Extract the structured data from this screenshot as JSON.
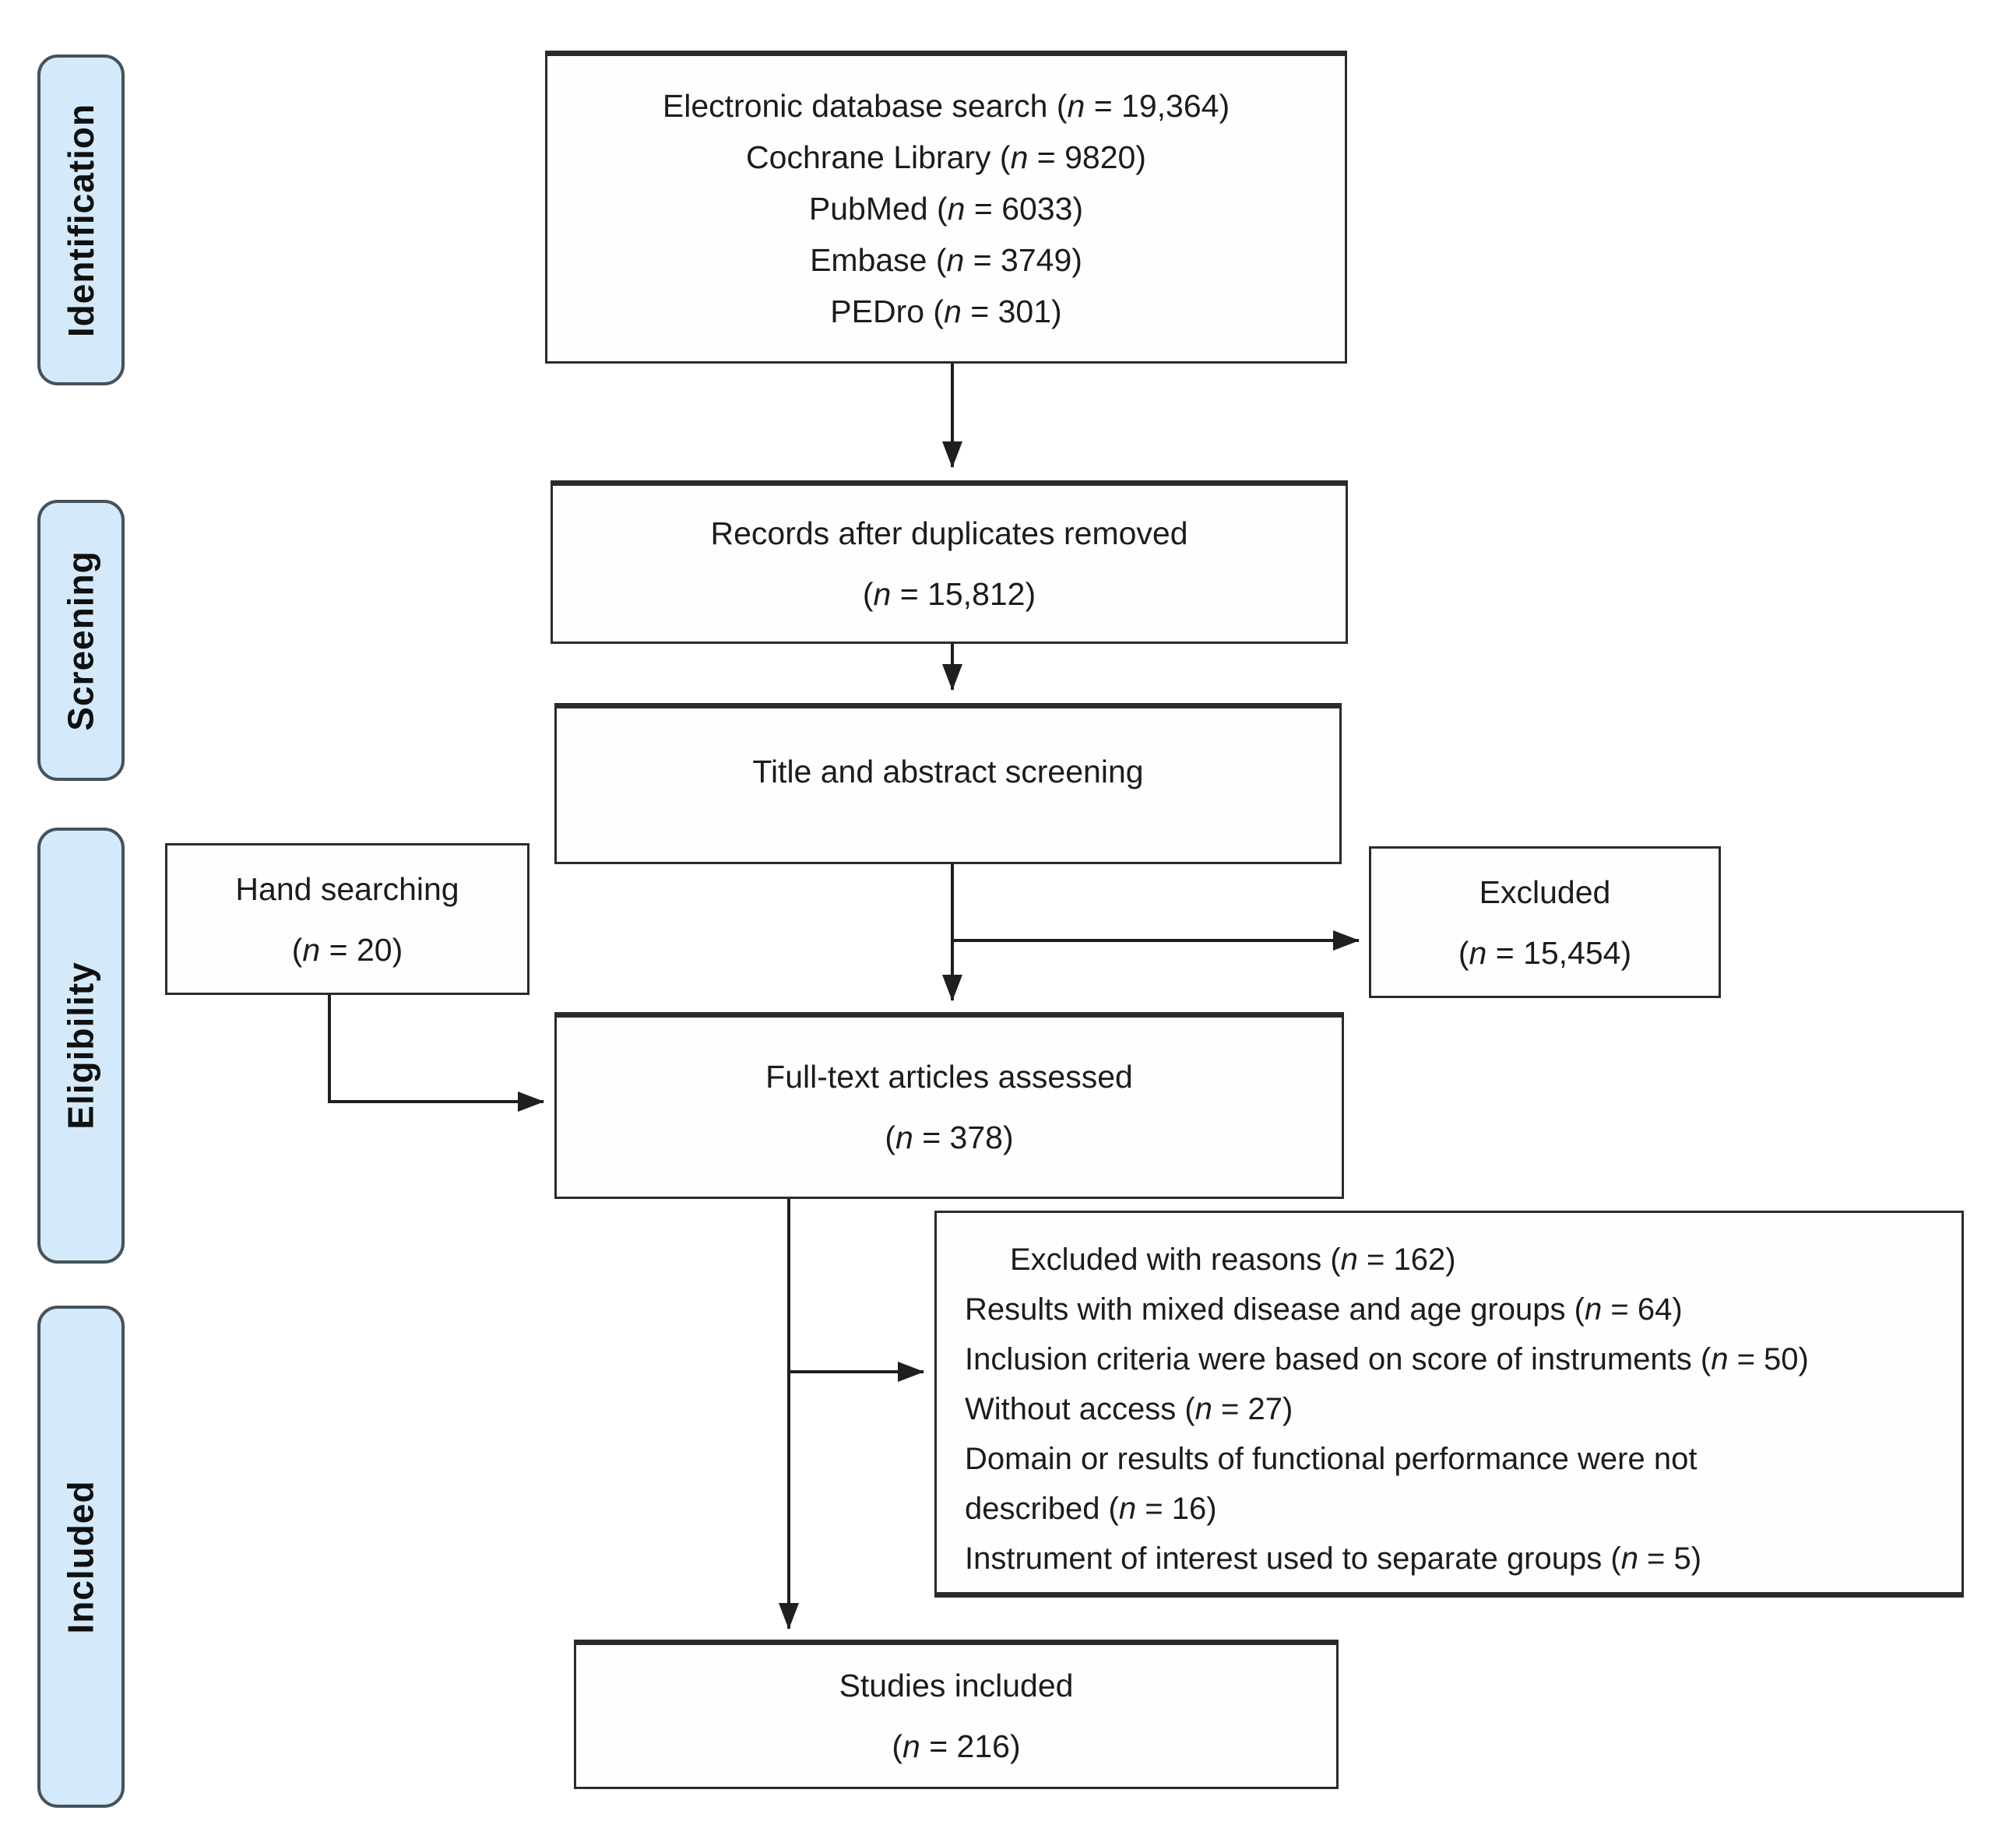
{
  "colors": {
    "stage_fill": "#d4eafa",
    "stage_border": "#45525c",
    "box_border": "#2b2b2b",
    "arrow_line": "#1f1f1f"
  },
  "sidebar": {
    "items": [
      {
        "label": "Identification"
      },
      {
        "label": "Screening"
      },
      {
        "label": "Eligibility"
      },
      {
        "label": "Included"
      }
    ]
  },
  "boxes": {
    "database_search": {
      "lines": [
        "Electronic database search (n = 19,364)",
        "Cochrane Library (n = 9820)",
        "PubMed (n = 6033)",
        "Embase (n = 3749)",
        "PEDro (n = 301)"
      ]
    },
    "duplicates_removed": {
      "lines": [
        "Records after duplicates removed",
        "(n = 15,812)"
      ]
    },
    "title_abstract": {
      "lines": [
        "Title and abstract screening"
      ]
    },
    "hand_searching": {
      "lines": [
        "Hand searching",
        "(n = 20)"
      ]
    },
    "excluded": {
      "lines": [
        "Excluded",
        "(n = 15,454)"
      ]
    },
    "full_text": {
      "lines": [
        "Full-text articles assessed",
        "(n = 378)"
      ]
    },
    "excluded_reasons": {
      "lines": [
        "Excluded with reasons (n = 162)",
        "Results with mixed disease and age groups (n = 64)",
        "Inclusion criteria were based on score of instruments (n = 50)",
        "Without access (n = 27)",
        "Domain or results of functional performance were not",
        "described (n = 16)",
        "Instrument of interest used to separate groups (n = 5)"
      ]
    },
    "studies_included": {
      "lines": [
        "Studies included",
        "(n = 216)"
      ]
    }
  }
}
